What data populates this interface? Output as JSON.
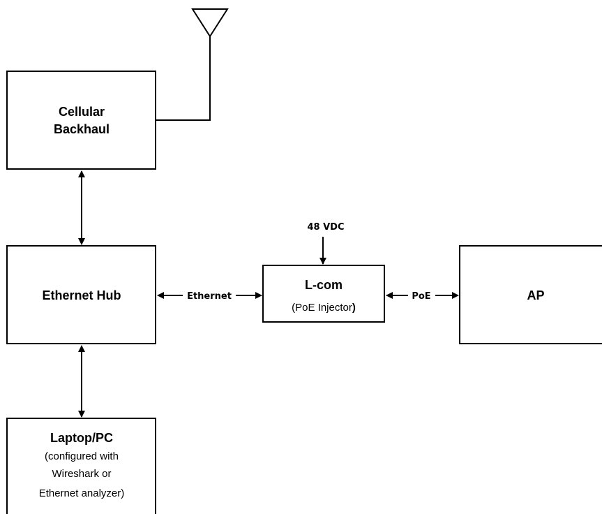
{
  "nodes": {
    "cellular": {
      "line1": "Cellular",
      "line2": "Backhaul"
    },
    "hub": {
      "label": "Ethernet Hub"
    },
    "lcom": {
      "title": "L-com",
      "subtitle_open": "(PoE Injector",
      "subtitle_close": ")"
    },
    "ap": {
      "label": "AP"
    },
    "laptop": {
      "title": "Laptop/PC",
      "line2": "(configured with",
      "line3": "Wireshark or",
      "line4": "Ethernet analyzer)"
    }
  },
  "links": {
    "ethernet": "Ethernet",
    "poe": "PoE",
    "power": "48 VDC"
  }
}
